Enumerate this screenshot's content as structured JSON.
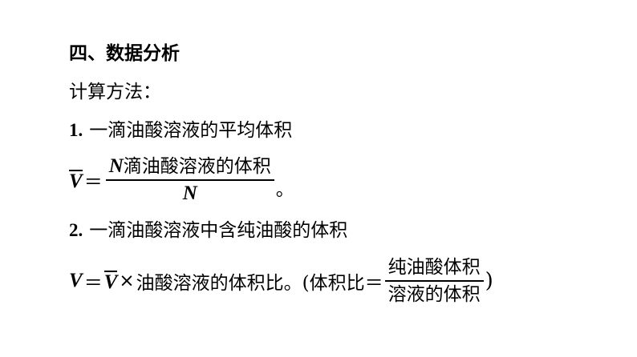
{
  "heading": "四、数据分析",
  "method_label": "计算方法：",
  "item1": {
    "number": "1",
    "separator": ".",
    "text": "一滴油酸溶液的平均体积"
  },
  "formula1": {
    "lhs": "V",
    "equals": "＝",
    "numerator_var": "N",
    "numerator_text": "滴油酸溶液的体积",
    "denominator": "N",
    "trailing": "。"
  },
  "item2": {
    "number": "2",
    "separator": ".",
    "text": "一滴油酸溶液中含纯油酸的体积"
  },
  "formula2": {
    "lhs": "V",
    "equals": "＝",
    "vbar": "V",
    "times": "×",
    "mid_text": "油酸溶液的体积比。(体积比＝",
    "frac_numerator": "纯油酸体积",
    "frac_denominator": "溶液的体积",
    "close": ")"
  }
}
